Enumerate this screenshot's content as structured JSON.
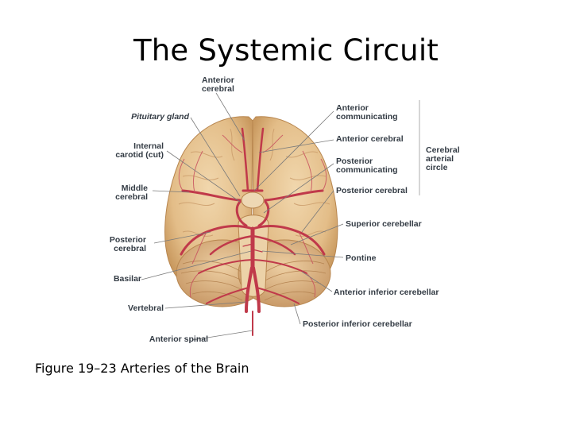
{
  "slide": {
    "title": "The Systemic Circuit",
    "caption": "Figure 19–23 Arteries of the Brain"
  },
  "figure": {
    "labels_left": {
      "pituitary_gland": "Pituitary gland",
      "internal_carotid": "Internal\ncarotid (cut)",
      "middle_cerebral": "Middle\ncerebral",
      "posterior_cerebral": "Posterior\ncerebral",
      "basilar": "Basilar",
      "vertebral": "Vertebral",
      "anterior_spinal": "Anterior spinal"
    },
    "labels_top": {
      "anterior_cerebral": "Anterior\ncerebral"
    },
    "labels_right": {
      "anterior_communicating": "Anterior\ncommunicating",
      "anterior_cerebral": "Anterior cerebral",
      "posterior_communicating": "Posterior\ncommunicating",
      "posterior_cerebral": "Posterior cerebral",
      "superior_cerebellar": "Superior cerebellar",
      "pontine": "Pontine",
      "anterior_inferior_cerebellar": "Anterior inferior cerebellar",
      "posterior_inferior_cerebellar": "Posterior inferior cerebellar"
    },
    "bracket_label": "Cerebral\narterial\ncircle",
    "colors": {
      "brain": "#e6c290",
      "brain_shadow": "#c9995f",
      "artery": "#c0394a",
      "label": "#333b44",
      "leader": "#7a7a7a"
    }
  }
}
